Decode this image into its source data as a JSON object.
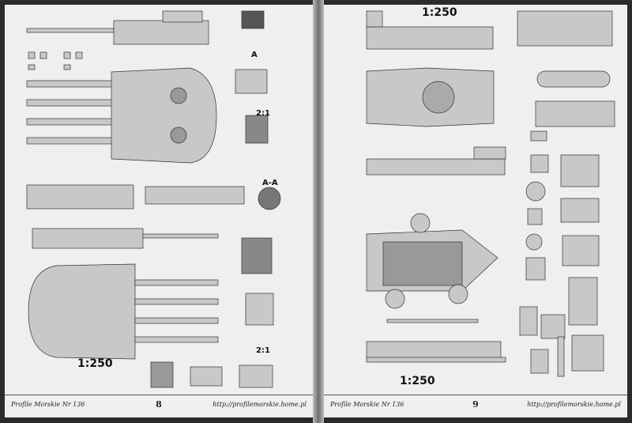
{
  "left_page": {
    "scale_label": "1:250",
    "ratio_label_1": "2:1",
    "ratio_label_2": "2:1",
    "section_label": "A-A",
    "marker_label": "A",
    "publication": "Profile Morskie Nr 136",
    "page_number": "8",
    "url": "http://profilemorskie.home.pl"
  },
  "right_page": {
    "scale_label_top": "1:250",
    "scale_label_bottom": "1:250",
    "publication": "Profile Morskie Nr 136",
    "page_number": "9",
    "url": "http://profilemorskie.home.pl"
  },
  "colors": {
    "paper": "#efefef",
    "part_fill": "#c8c8c8",
    "line": "#333333"
  }
}
